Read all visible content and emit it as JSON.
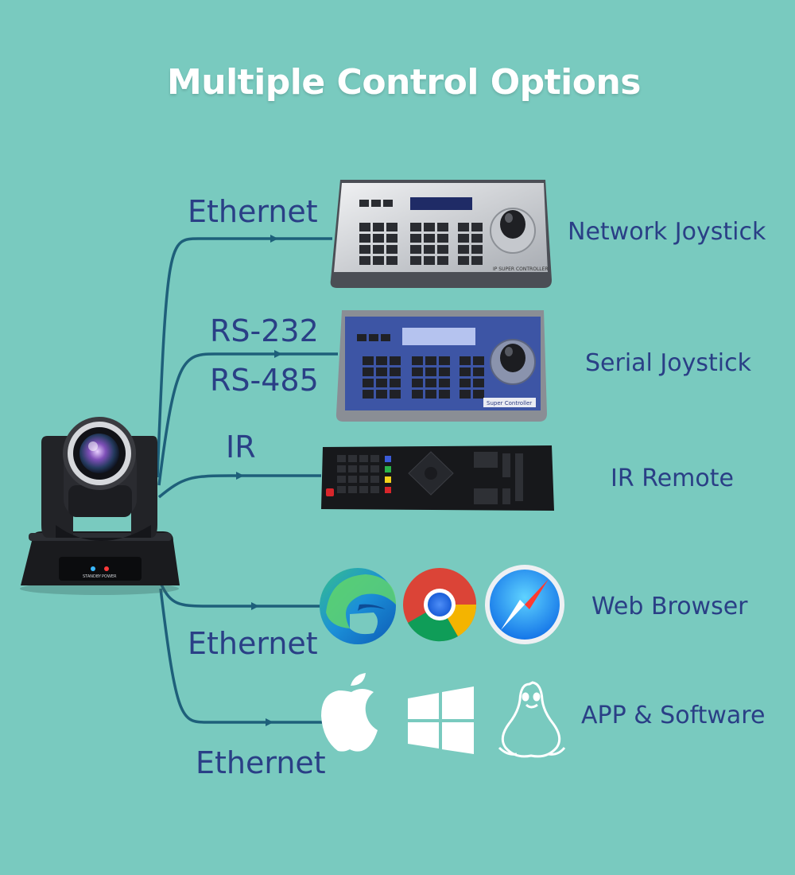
{
  "title": "Multiple Control Options",
  "connections": {
    "ethernet_top": "Ethernet",
    "rs232": "RS-232",
    "rs485": "RS-485",
    "ir": "IR",
    "ethernet_browser": "Ethernet",
    "ethernet_app": "Ethernet"
  },
  "devices": {
    "network_joystick": "Network Joystick",
    "serial_joystick": "Serial Joystick",
    "ir_remote": "IR Remote",
    "web_browser": "Web Browser",
    "app_software": "APP & Software"
  },
  "device_text": {
    "ip_controller": "IP SUPER CONTROLLER",
    "super_controller": "Super Controller",
    "camera_status": "STANDBY",
    "camera_power": "POWER"
  },
  "icons": [
    "camera",
    "network-joystick",
    "serial-joystick",
    "ir-remote",
    "edge",
    "chrome",
    "safari",
    "apple",
    "windows",
    "linux"
  ],
  "colors": {
    "background": "#79cabf",
    "label": "#2a3f86",
    "line": "#1e5f7a",
    "title": "#ffffff"
  }
}
